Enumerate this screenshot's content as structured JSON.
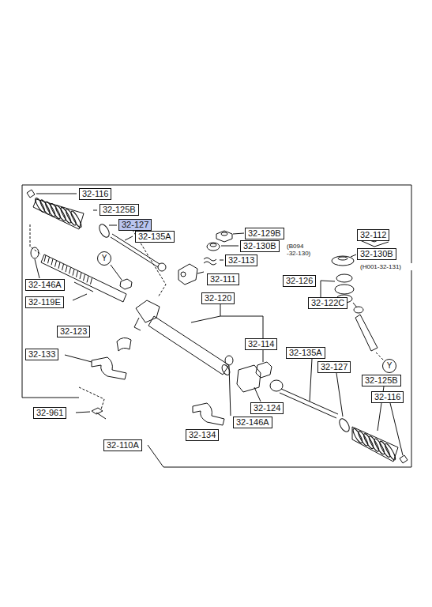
{
  "diagram": {
    "labels": [
      "32-116",
      "32-125B",
      "32-127",
      "32-135A",
      "32-129B",
      "32-112",
      "32-130B",
      "(B094 -32-130)",
      "32-113",
      "32-130B",
      "(H001-32-131)",
      "Y",
      "32-146A",
      "32-111",
      "32-126",
      "32-119E",
      "32-120",
      "32-122C",
      "32-123",
      "32-114",
      "32-135A",
      "32-133",
      "32-127",
      "32-125B",
      "Y",
      "32-124",
      "32-116",
      "32-961",
      "32-146A",
      "32-134",
      "32-110A"
    ]
  }
}
